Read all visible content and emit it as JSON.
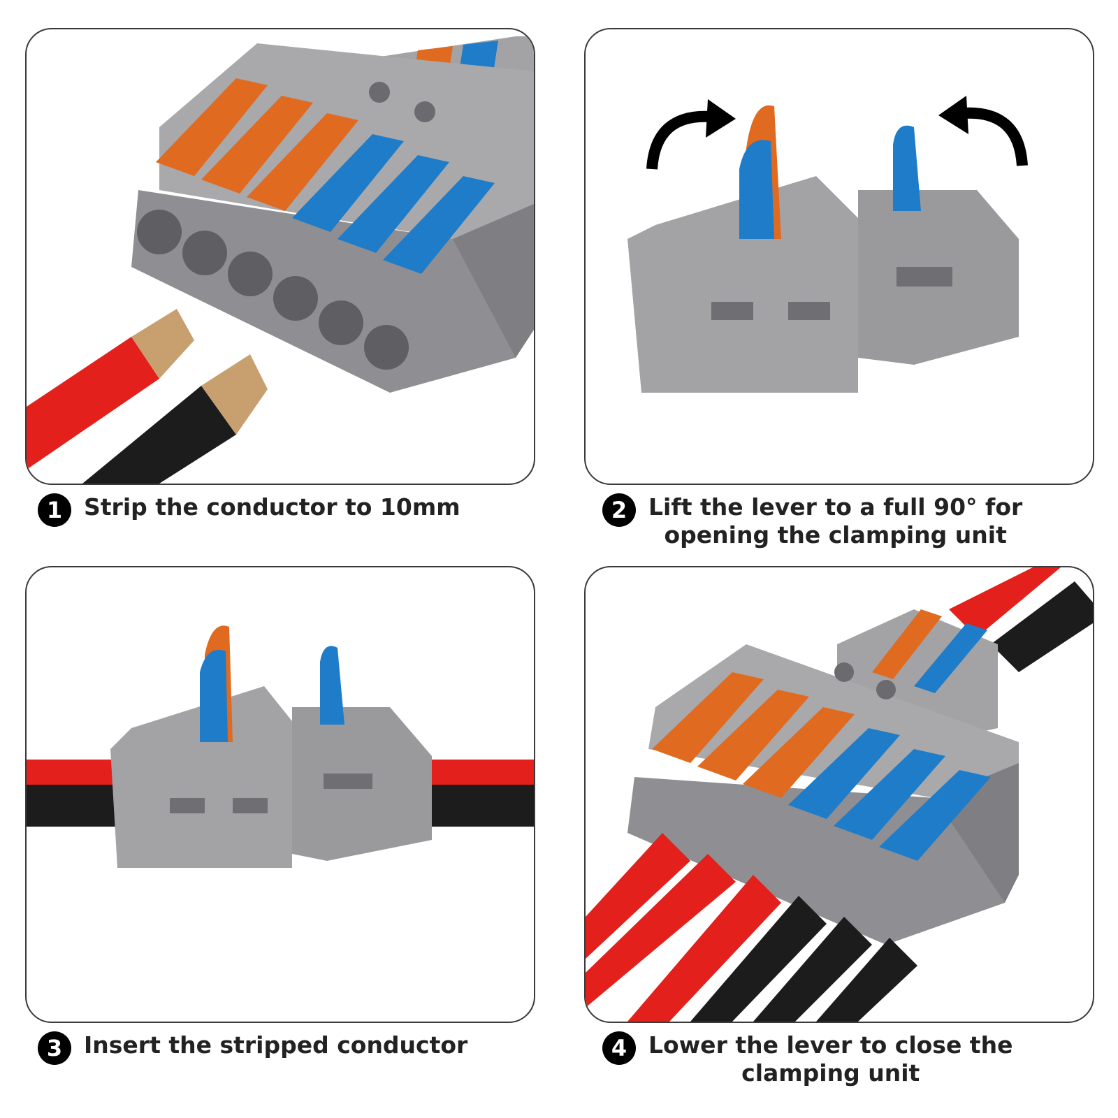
{
  "steps": [
    {
      "number": "1",
      "caption_lines": [
        "Strip the conductor to 10mm"
      ]
    },
    {
      "number": "2",
      "caption_lines": [
        "Lift the lever to a full 90° for",
        "opening the clamping unit"
      ]
    },
    {
      "number": "3",
      "caption_lines": [
        "Insert the stripped conductor"
      ]
    },
    {
      "number": "4",
      "caption_lines": [
        "Lower the lever to close the",
        "clamping unit"
      ]
    }
  ],
  "colors": {
    "housing": "#9a9a9d",
    "lever_orange": "#e06a1f",
    "lever_blue": "#1f7cc8",
    "wire_red": "#e3201b",
    "wire_black": "#1c1c1c",
    "copper": "#c8a070"
  }
}
